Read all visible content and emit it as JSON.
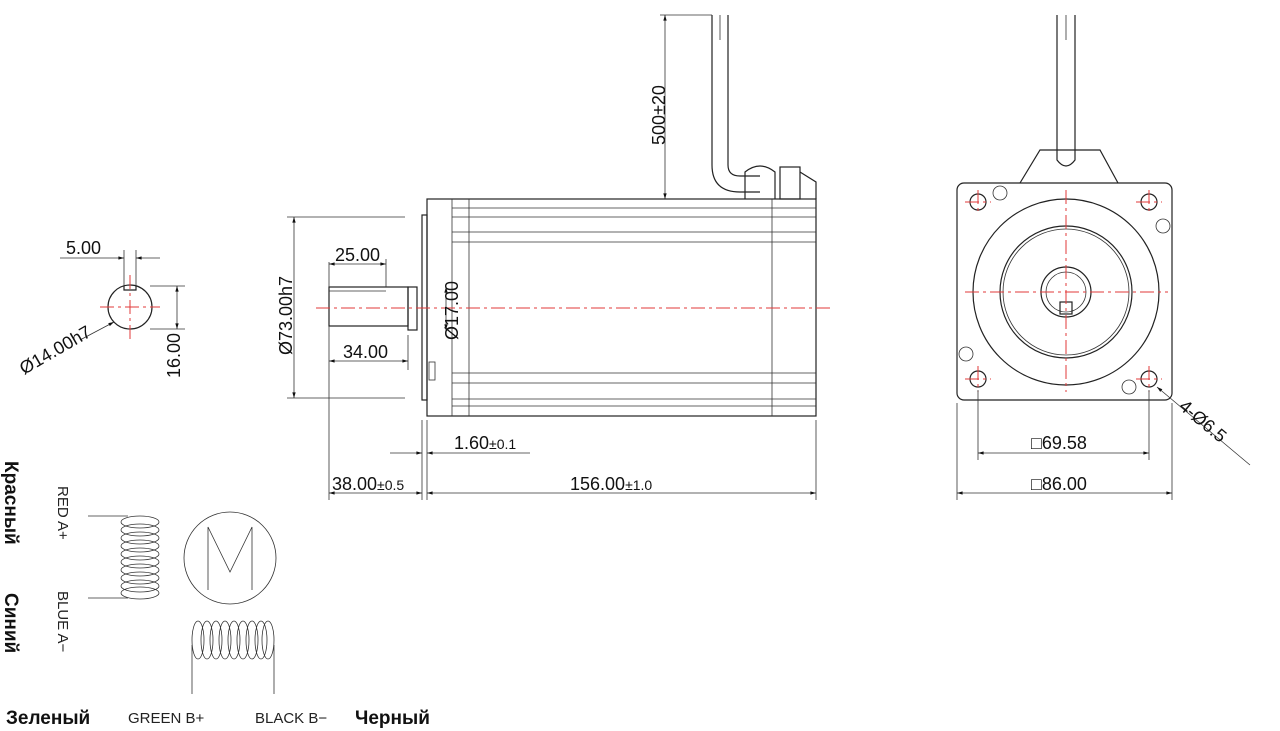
{
  "shaft_end_view": {
    "key_width": "5.00",
    "key_depth": "16.00",
    "shaft_diameter": "Ø14.00h7"
  },
  "side_view": {
    "cable_length": "500±20",
    "pilot_diameter": "Ø73.00h7",
    "boss_diameter": "Ø17.00",
    "key_length": "25.00",
    "shaft_length": "34.00",
    "flange_thickness": "1.60",
    "flange_thickness_tol": "±0.1",
    "shaft_extension": "38.00",
    "shaft_extension_tol": "±0.5",
    "body_length": "156.00",
    "body_length_tol": "±1.0"
  },
  "front_view": {
    "hole_spacing": "□69.58",
    "flange_size": "□86.00",
    "mounting_holes": "4-Ø6.5"
  },
  "wiring": {
    "phase_a_plus": "RED A+",
    "phase_a_minus": "BLUE A−",
    "phase_b_plus": "GREEN B+",
    "phase_b_minus": "BLACK B−",
    "red_ru": "Красный",
    "blue_ru": "Синий",
    "green_ru": "Зеленый",
    "black_ru": "Черный"
  },
  "colors": {
    "centerline": "#e23a3a",
    "line": "#222222"
  }
}
